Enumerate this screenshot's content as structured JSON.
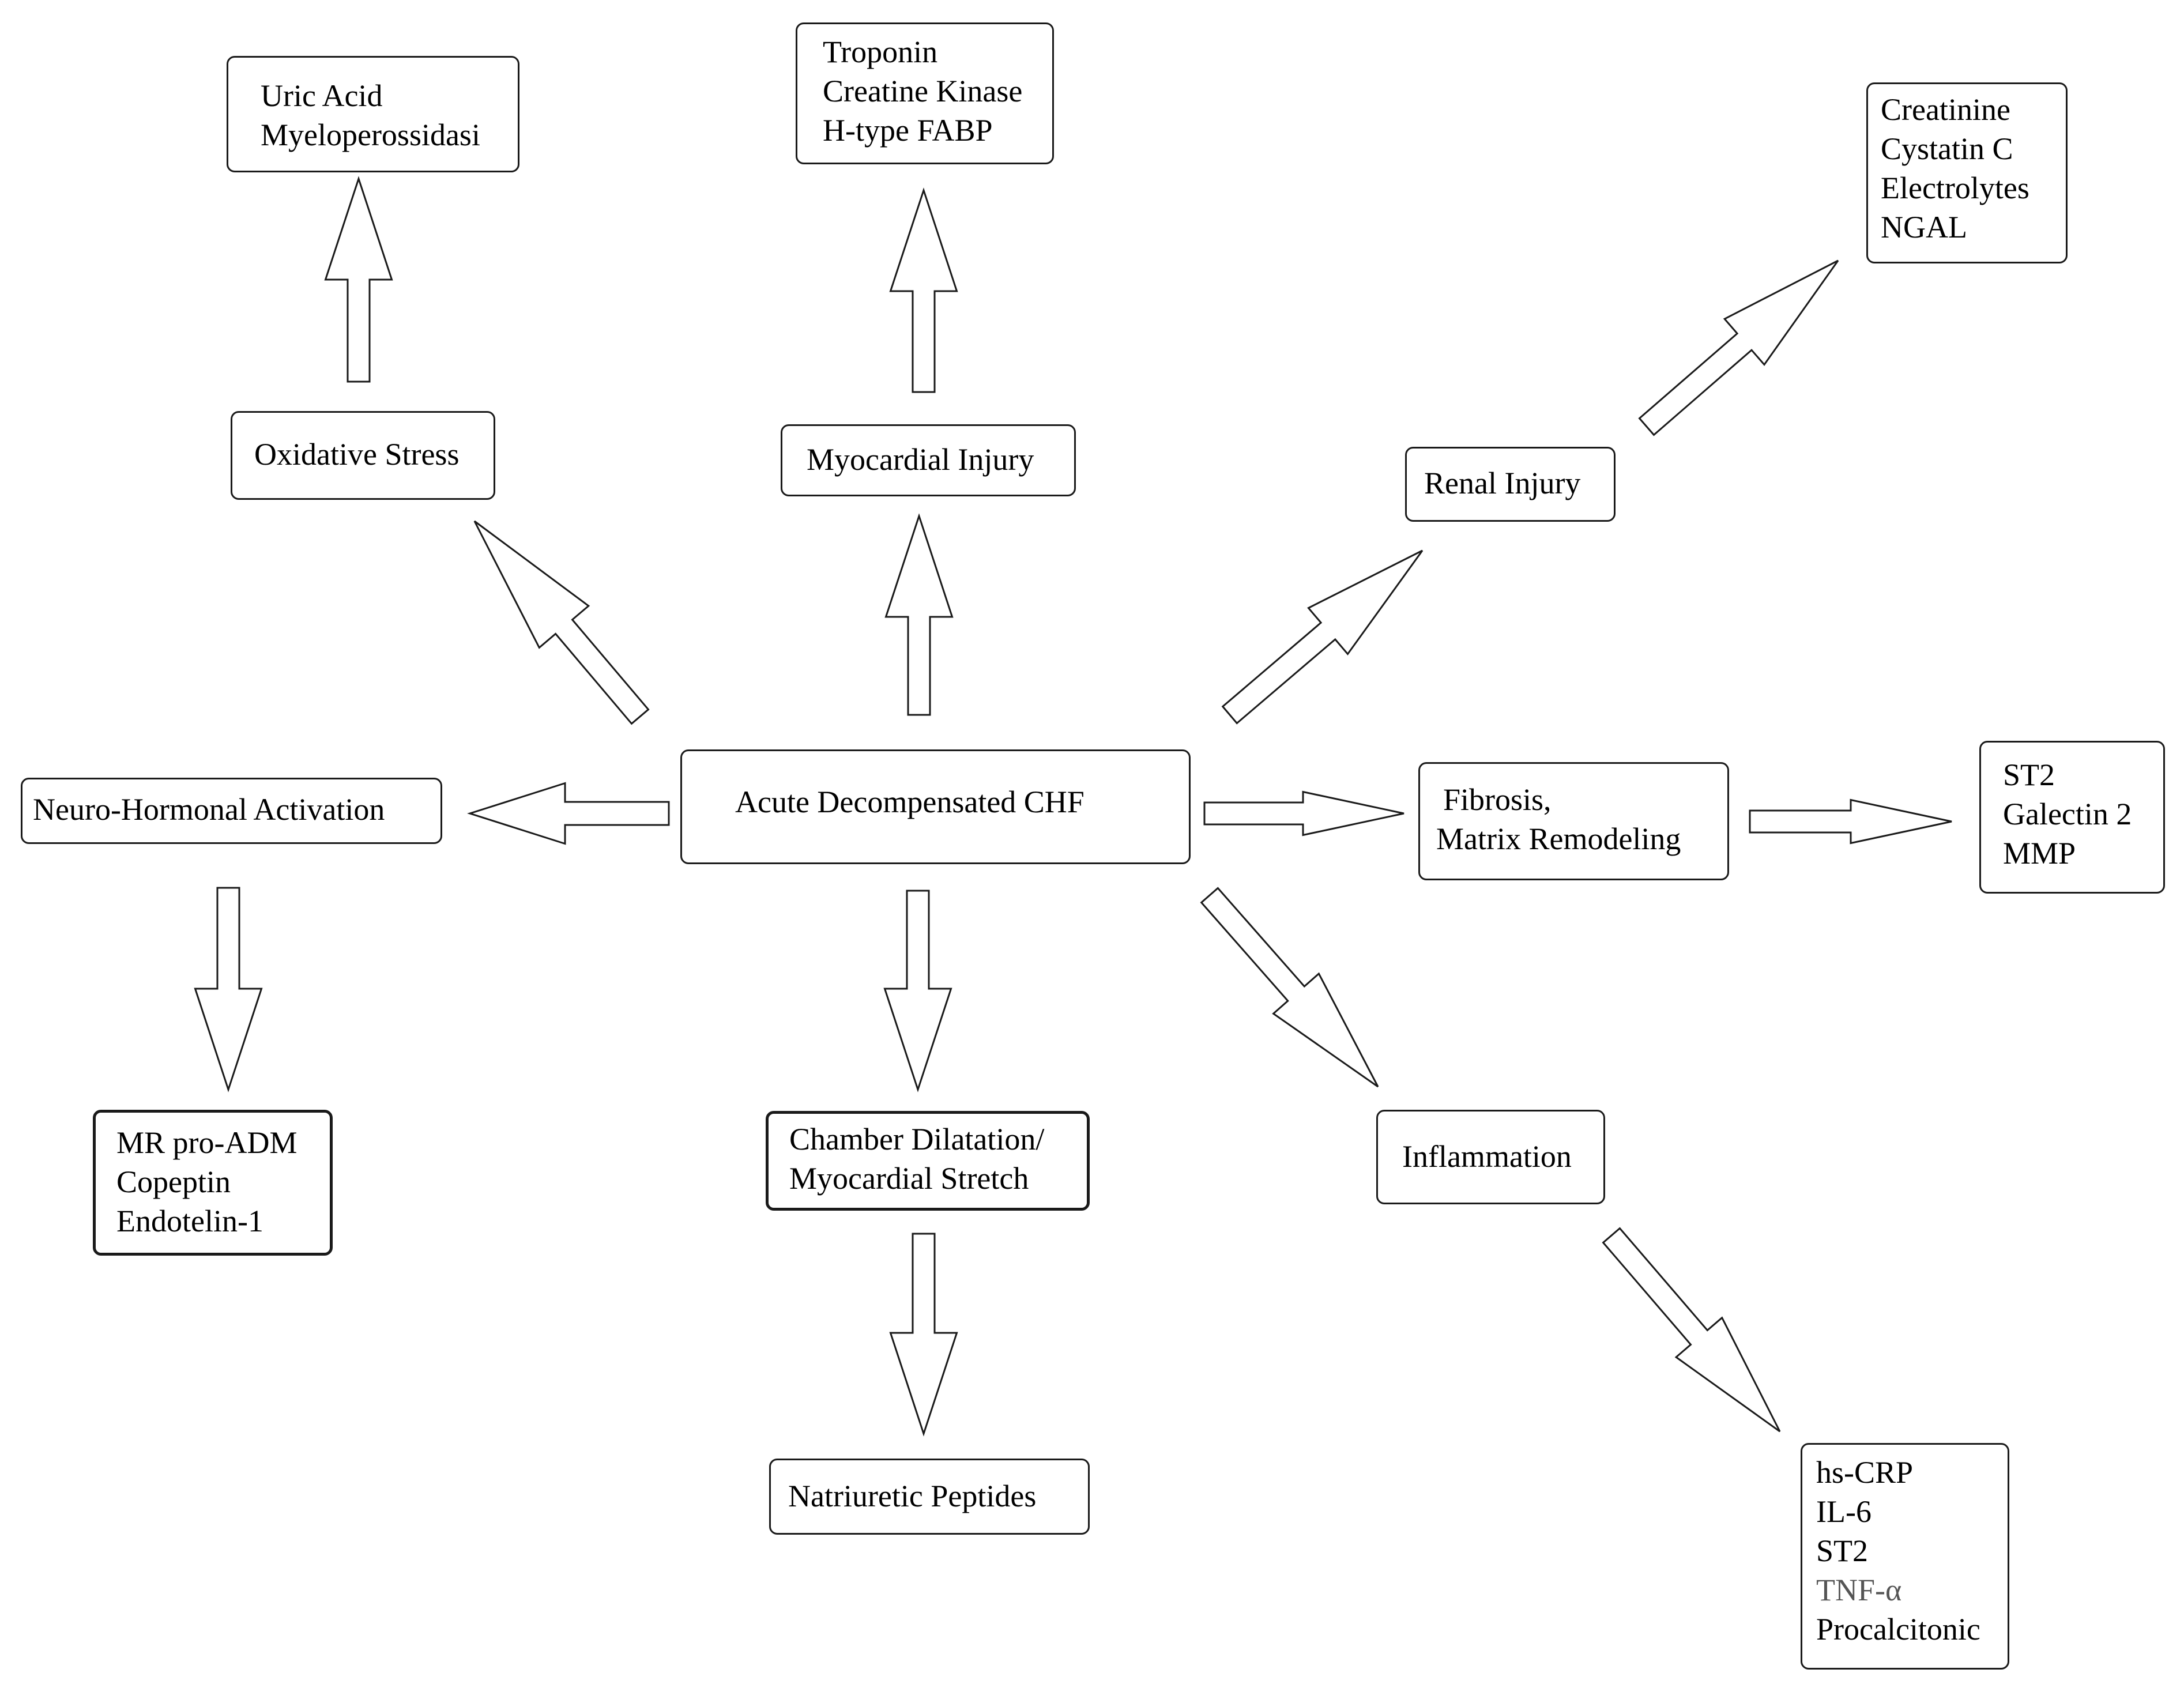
{
  "nodes": {
    "center": {
      "lines": [
        "Acute Decompensated CHF"
      ]
    },
    "oxidative_stress": {
      "lines": [
        "Oxidative Stress"
      ]
    },
    "oxidative_markers": {
      "lines": [
        "Uric Acid",
        "Myeloperossidasi"
      ]
    },
    "myocardial_injury": {
      "lines": [
        "Myocardial Injury"
      ]
    },
    "myocardial_markers": {
      "lines": [
        "Troponin",
        "Creatine Kinase",
        "H-type FABP"
      ]
    },
    "renal_injury": {
      "lines": [
        "Renal Injury"
      ]
    },
    "renal_markers": {
      "lines": [
        "Creatinine",
        "Cystatin C",
        "Electrolytes",
        "NGAL"
      ]
    },
    "neurohormonal": {
      "lines": [
        "Neuro-Hormonal Activation"
      ]
    },
    "neurohormonal_markers": {
      "lines": [
        "MR pro-ADM",
        "Copeptin",
        "Endotelin-1"
      ]
    },
    "fibrosis": {
      "lines": [
        "Fibrosis,",
        "Matrix Remodeling"
      ]
    },
    "fibrosis_markers": {
      "lines": [
        "ST2",
        "Galectin 2",
        "MMP"
      ]
    },
    "chamber": {
      "lines": [
        "Chamber Dilatation/",
        "Myocardial Stretch"
      ]
    },
    "natriuretic": {
      "lines": [
        "Natriuretic Peptides"
      ]
    },
    "inflammation": {
      "lines": [
        "Inflammation"
      ]
    },
    "inflammation_markers": {
      "lines": [
        "hs-CRP",
        "IL-6",
        "ST2",
        "TNF-α",
        "Procalcitonic"
      ]
    }
  }
}
